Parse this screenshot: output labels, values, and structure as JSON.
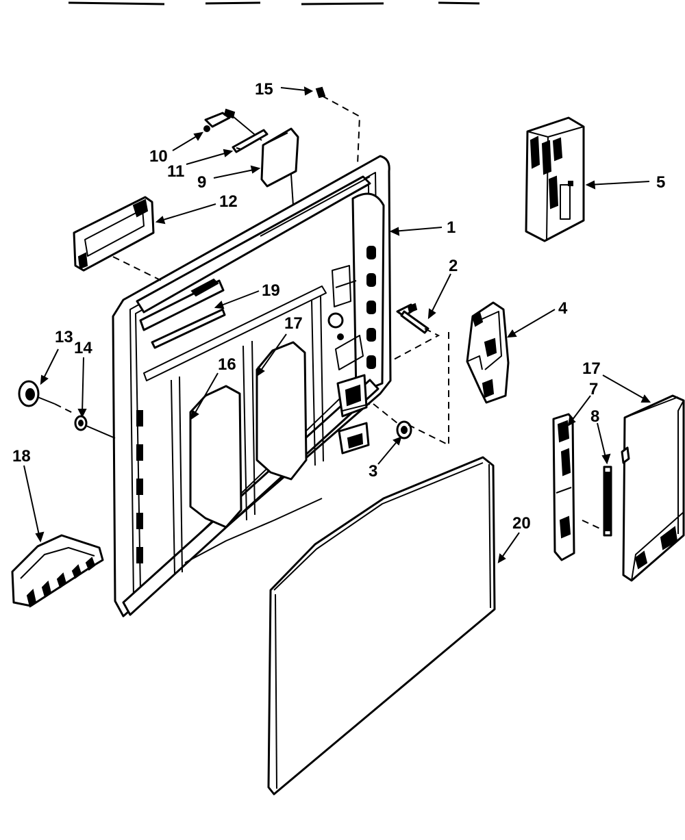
{
  "diagram": {
    "callouts": [
      {
        "id": "c1",
        "label": "1"
      },
      {
        "id": "c2",
        "label": "2"
      },
      {
        "id": "c3",
        "label": "3"
      },
      {
        "id": "c4",
        "label": "4"
      },
      {
        "id": "c5",
        "label": "5"
      },
      {
        "id": "c7",
        "label": "7"
      },
      {
        "id": "c8",
        "label": "8"
      },
      {
        "id": "c9",
        "label": "9"
      },
      {
        "id": "c10",
        "label": "10"
      },
      {
        "id": "c11",
        "label": "11"
      },
      {
        "id": "c12",
        "label": "12"
      },
      {
        "id": "c13",
        "label": "13"
      },
      {
        "id": "c14",
        "label": "14"
      },
      {
        "id": "c15",
        "label": "15"
      },
      {
        "id": "c16",
        "label": "16"
      },
      {
        "id": "c17a",
        "label": "17"
      },
      {
        "id": "c17b",
        "label": "17"
      },
      {
        "id": "c18",
        "label": "18"
      },
      {
        "id": "c19",
        "label": "19"
      },
      {
        "id": "c20",
        "label": "20"
      }
    ]
  }
}
